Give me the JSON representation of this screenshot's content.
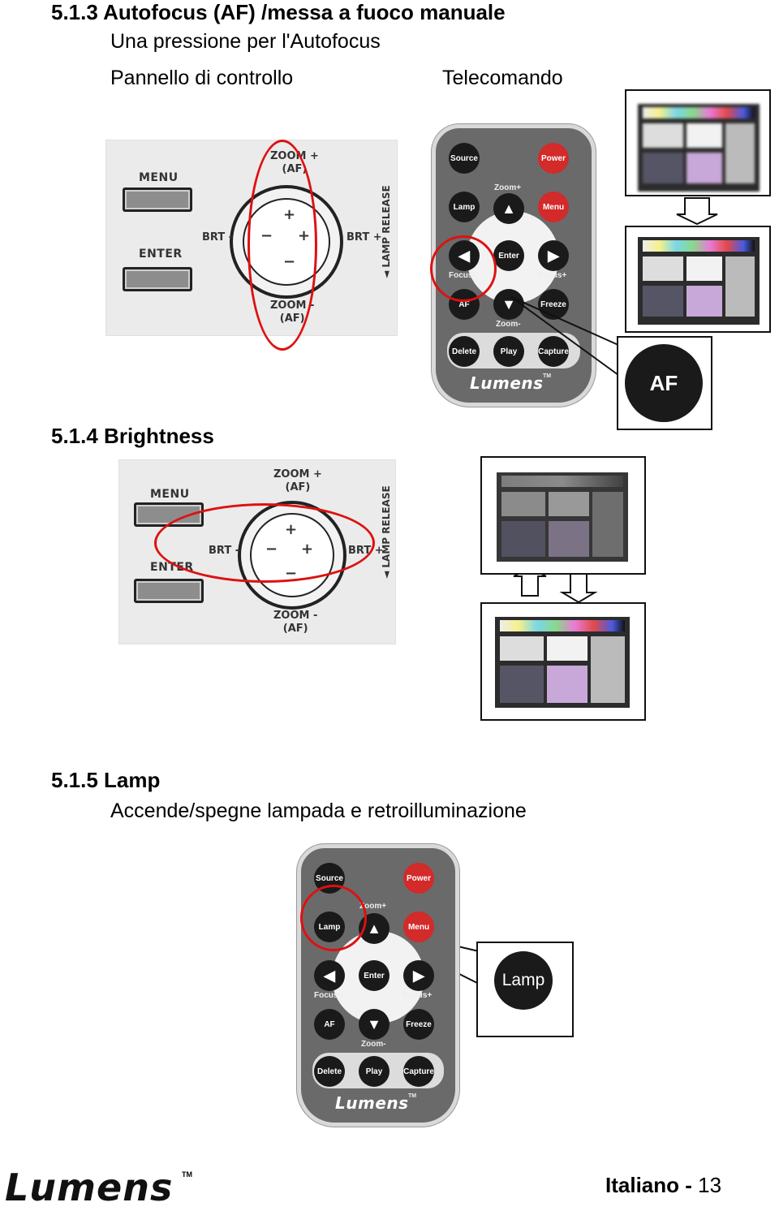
{
  "s513": {
    "heading": "5.1.3 Autofocus (AF) /messa a fuoco manuale",
    "desc": "Una pressione per l'Autofocus",
    "label_panel": "Pannello di controllo",
    "label_remote": "Telecomando",
    "callout": "AF"
  },
  "s514": {
    "heading": "5.1.4 Brightness"
  },
  "s515": {
    "heading": "5.1.5 Lamp",
    "desc": "Accende/spegne lampada e retroilluminazione",
    "callout": "Lamp"
  },
  "panel": {
    "menu": "MENU",
    "enter": "ENTER",
    "zoom_plus": "ZOOM +",
    "zoom_minus": "ZOOM -",
    "af": "(AF)",
    "brt_minus": "BRT -",
    "brt_plus": "BRT +",
    "lamp_release": "◄ LAMP RELEASE",
    "plus": "+",
    "minus": "−"
  },
  "remote": {
    "source": "Source",
    "power": "Power",
    "zoom_plus": "Zoom+",
    "lamp": "Lamp",
    "menu": "Menu",
    "enter": "Enter",
    "focus_minus": "Focus-",
    "focus_plus": "Focus+",
    "af": "AF",
    "freeze": "Freeze",
    "zoom_minus": "Zoom-",
    "delete": "Delete",
    "play": "Play",
    "capture": "Capture",
    "brand": "Lumens",
    "tm": "TM"
  },
  "footer": {
    "brand": "Lumens",
    "tm": "TM",
    "language": "Italiano",
    "separator": "-",
    "page": "13"
  },
  "colors": {
    "highlight": "#d11111",
    "remote_body": "#6a6a6a",
    "power_button": "#d32a2a"
  }
}
